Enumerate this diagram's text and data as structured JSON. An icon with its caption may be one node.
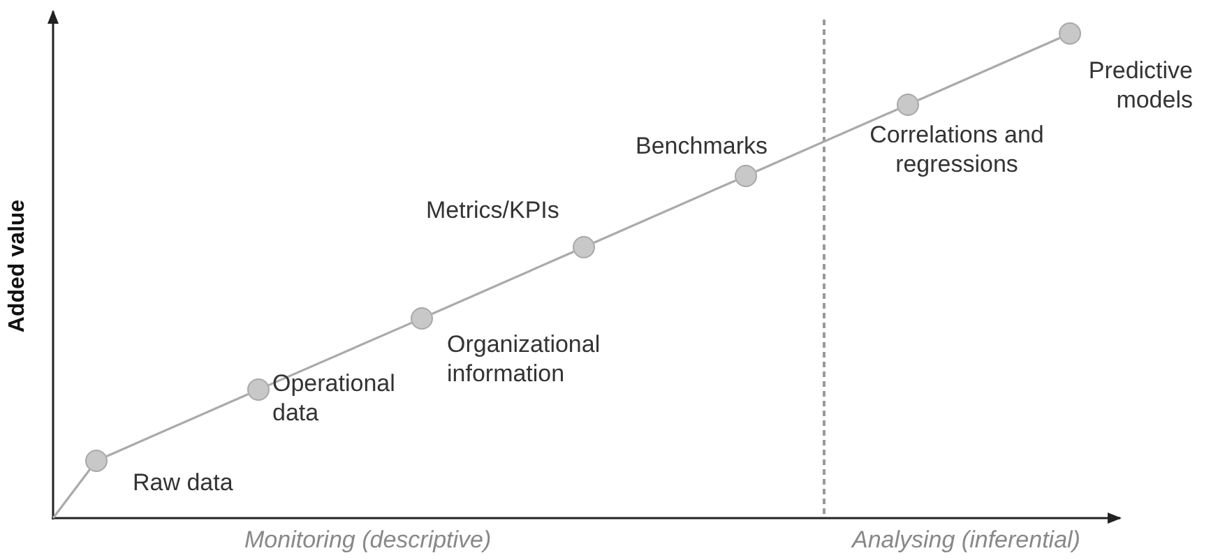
{
  "diagram": {
    "nodes": [
      {
        "text": [],
        "shape": "circle",
        "beside": [
          "Raw data"
        ]
      },
      {
        "text": [],
        "shape": "circle",
        "beside": [
          "Operational data"
        ]
      },
      {
        "text": [],
        "shape": "circle",
        "beside": [
          "Organizational information"
        ]
      },
      {
        "text": [],
        "shape": "circle",
        "beside": [
          "Metrics/KPIs"
        ]
      },
      {
        "text": [],
        "shape": "circle",
        "beside": [
          "Benchmarks"
        ]
      },
      {
        "text": [],
        "shape": "circle",
        "beside": [
          "Correlations and regressions"
        ]
      },
      {
        "text": [],
        "shape": "circle",
        "beside": [
          "Predictive models"
        ]
      }
    ],
    "edges": [
      {
        "from": null,
        "to": 0,
        "arrow": "none"
      },
      {
        "from": 0,
        "to": 1,
        "arrow": "none"
      },
      {
        "from": 1,
        "to": 2,
        "arrow": "none"
      },
      {
        "from": 2,
        "to": 3,
        "arrow": "none"
      },
      {
        "from": 3,
        "to": 4,
        "arrow": "none"
      },
      {
        "from": 4,
        "to": 5,
        "arrow": "none"
      },
      {
        "from": 5,
        "to": 6,
        "arrow": "none"
      }
    ],
    "labels": [
      "Added value",
      "Monitoring (descriptive)",
      "Analysing (inferential)"
    ]
  }
}
